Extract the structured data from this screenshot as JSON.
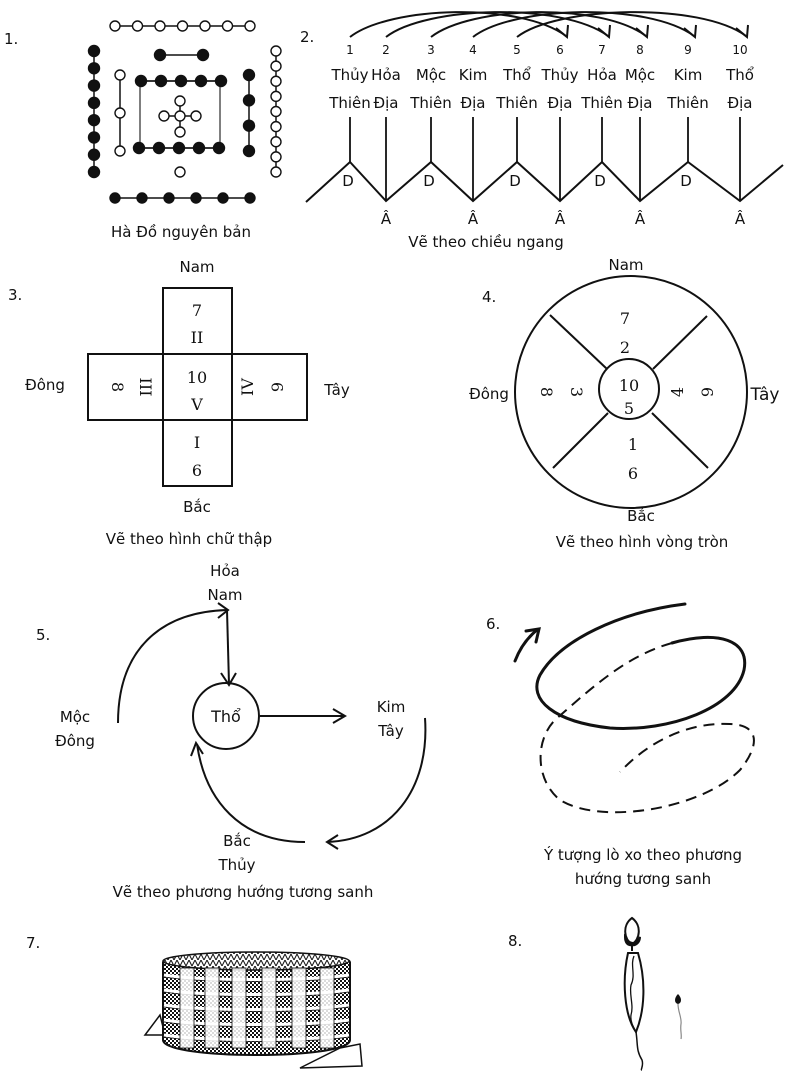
{
  "panels": {
    "p1": {
      "number": "1.",
      "caption": "Hà Đồ nguyên bản",
      "groups": [
        {
          "name": "top-row",
          "color": "white",
          "count": 7
        },
        {
          "name": "bottom-row",
          "color": "black",
          "count": 6
        },
        {
          "name": "left-column",
          "color": "black",
          "count": 8
        },
        {
          "name": "right-column",
          "color": "white",
          "count": 9
        },
        {
          "name": "inner-top-pair",
          "color": "black",
          "count": 2
        },
        {
          "name": "inner-left-column",
          "color": "white",
          "count": 3
        },
        {
          "name": "inner-right-column",
          "color": "black",
          "count": 4
        },
        {
          "name": "square-top-row",
          "color": "black",
          "count": 5
        },
        {
          "name": "square-bottom-row",
          "color": "black",
          "count": 5
        },
        {
          "name": "center-cross",
          "color": "white",
          "count": 5
        },
        {
          "name": "inner-bottom-single",
          "color": "white",
          "count": 1
        }
      ]
    },
    "p2": {
      "number": "2.",
      "caption": "Vẽ theo chiều ngang",
      "numbers": [
        "1",
        "2",
        "3",
        "4",
        "5",
        "6",
        "7",
        "8",
        "9",
        "10"
      ],
      "elements": [
        "Thủy",
        "Hỏa",
        "Mộc",
        "Kim",
        "Thổ",
        "Thủy",
        "Hỏa",
        "Mộc",
        "Kim",
        "Thổ"
      ],
      "heaven_earth": [
        "Thiên",
        "Địa",
        "Thiên",
        "Địa",
        "Thiên",
        "Địa",
        "Thiên",
        "Địa",
        "Thiên",
        "Địa"
      ],
      "peak_label": "D",
      "valley_label": "Â",
      "arrows": [
        [
          1,
          6
        ],
        [
          2,
          7
        ],
        [
          3,
          8
        ],
        [
          4,
          9
        ],
        [
          5,
          10
        ]
      ]
    },
    "p3": {
      "number": "3.",
      "caption": "Vẽ theo hình chữ thập",
      "directions": {
        "top": "Nam",
        "bottom": "Bắc",
        "left": "Đông",
        "right": "Tây"
      },
      "cells": {
        "top": [
          "7",
          "II"
        ],
        "center": [
          "10",
          "V"
        ],
        "bottom": [
          "I",
          "6"
        ],
        "left": [
          "8",
          "III"
        ],
        "right": [
          "IV",
          "9"
        ]
      }
    },
    "p4": {
      "number": "4.",
      "caption": "Vẽ theo hình vòng tròn",
      "directions": {
        "top": "Nam",
        "bottom": "Bắc",
        "left": "Đông",
        "right": "Tây"
      },
      "cells": {
        "top": [
          "7",
          "2"
        ],
        "center": [
          "10",
          "5"
        ],
        "bottom": [
          "1",
          "6"
        ],
        "left": [
          "8",
          "3"
        ],
        "right": [
          "4",
          "9"
        ]
      }
    },
    "p5": {
      "number": "5.",
      "caption": "Vẽ theo phương hướng tương sanh",
      "center": "Thổ",
      "south": [
        "Hỏa",
        "Nam"
      ],
      "east": [
        "Mộc",
        "Đông"
      ],
      "west": [
        "Kim",
        "Tây"
      ],
      "north": [
        "Bắc",
        "Thủy"
      ]
    },
    "p6": {
      "number": "6.",
      "caption_line1": "Ý tượng lò xo theo phương",
      "caption_line2": "hướng tương sanh"
    },
    "p7": {
      "number": "7."
    },
    "p8": {
      "number": "8."
    }
  }
}
